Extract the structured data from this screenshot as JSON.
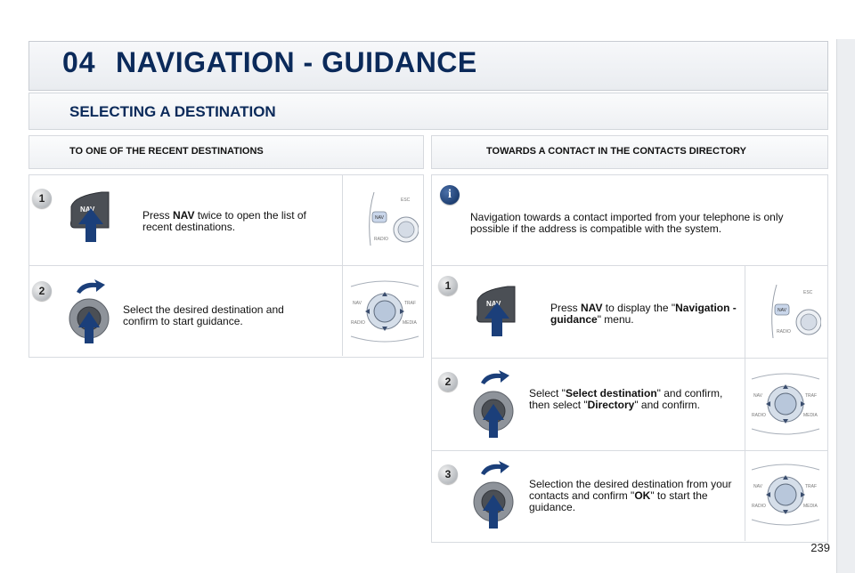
{
  "header": {
    "chapter_number": "04",
    "chapter_title": "NAVIGATION - GUIDANCE"
  },
  "section": {
    "title": "SELECTING A DESTINATION"
  },
  "left": {
    "subtitle": "TO ONE OF THE RECENT DESTINATIONS",
    "steps": [
      {
        "number": "1",
        "pre": "Press ",
        "bold": "NAV",
        "post": " twice to open the list of recent destinations.",
        "icon_label": "NAV"
      },
      {
        "number": "2",
        "text": "Select the desired destination and confirm to start guidance."
      }
    ]
  },
  "right": {
    "subtitle": "TOWARDS A CONTACT IN THE CONTACTS DIRECTORY",
    "info": {
      "icon": "info-icon",
      "text": "Navigation towards a contact imported from your telephone is only possible if the address is compatible with the system."
    },
    "steps": [
      {
        "number": "1",
        "pre": "Press ",
        "bold": "NAV",
        "mid": " to display the \"",
        "bold2": "Navigation - guidance",
        "post": "\" menu.",
        "icon_label": "NAV"
      },
      {
        "number": "2",
        "pre": "Select \"",
        "bold": "Select destination",
        "mid": "\" and confirm, then select \"",
        "bold2": "Directory",
        "post": "\" and confirm."
      },
      {
        "number": "3",
        "pre": "Selection the desired destination from your contacts and confirm \"",
        "bold": "OK",
        "post": "\" to start the guidance."
      }
    ]
  },
  "thumb_labels": {
    "nav": "NAV",
    "esc": "ESC",
    "radio": "RADIO",
    "traf": "TRAF",
    "media": "MEDIA"
  },
  "page_number": "239",
  "colors": {
    "title_blue": "#0b2a5a",
    "arrow_blue": "#1b3f7a",
    "button_dark": "#4b4f55"
  }
}
